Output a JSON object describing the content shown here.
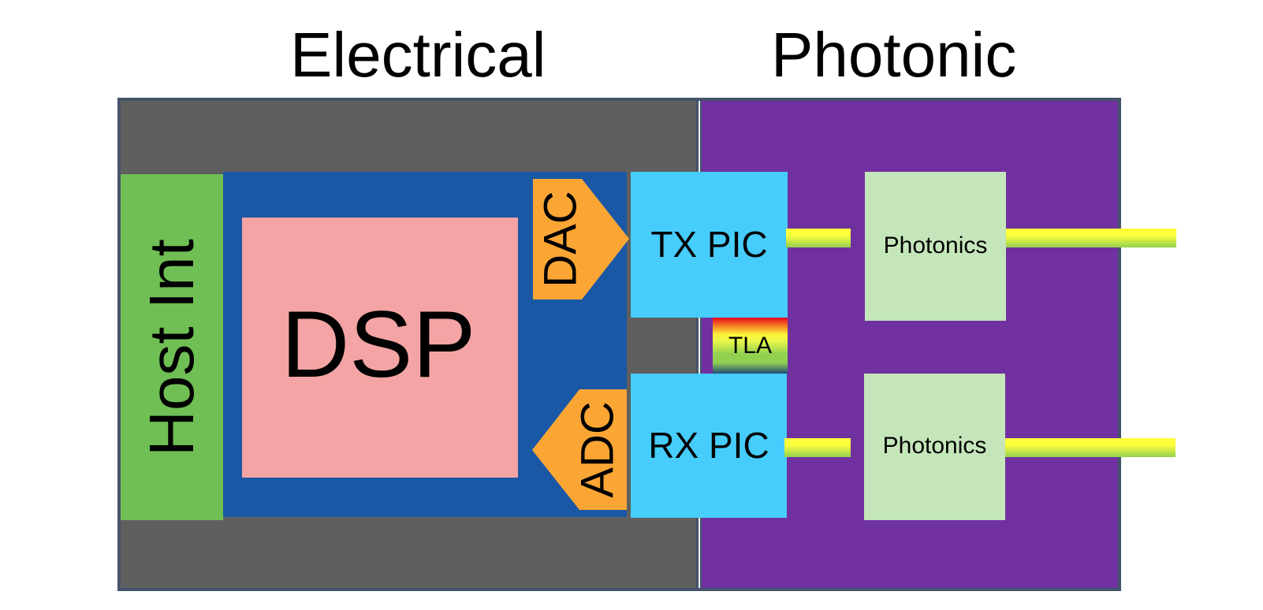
{
  "titles": {
    "electrical": "Electrical",
    "photonic": "Photonic"
  },
  "blocks": {
    "host_int": "Host Int",
    "dsp": "DSP",
    "dac": "DAC",
    "adc": "ADC",
    "tx_pic": "TX PIC",
    "rx_pic": "RX PIC",
    "tla": "TLA",
    "photonics_top": "Photonics",
    "photonics_bottom": "Photonics"
  },
  "colors": {
    "electrical_bg": "#5f5f5f",
    "photonic_bg": "#7030a0",
    "border": "#44546a",
    "host_int": "#70bf55",
    "dsp_frame": "#1a58a6",
    "dsp": "#f4a4a4",
    "converter": "#fba634",
    "pic": "#47cdfc",
    "photonics": "#c5e5bb",
    "fiber_top": "#ffff3b",
    "fiber_bottom": "#92d050"
  }
}
